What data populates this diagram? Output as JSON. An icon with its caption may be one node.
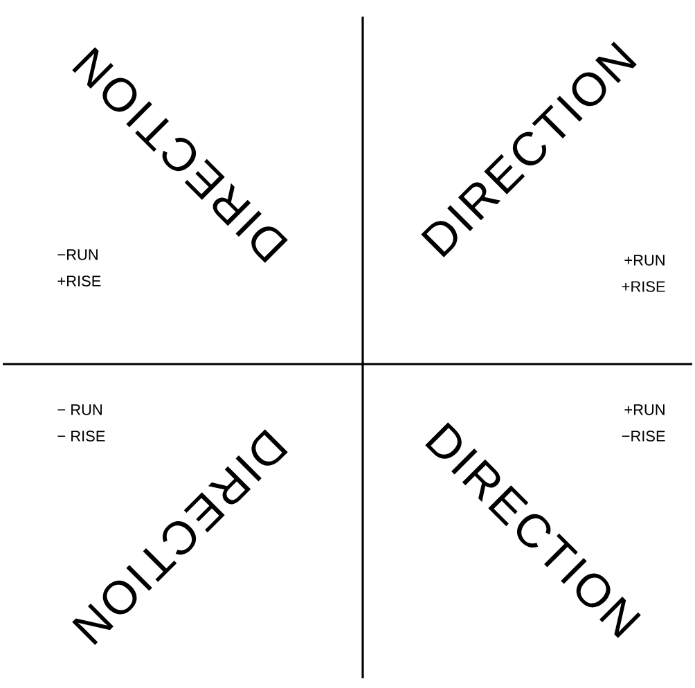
{
  "diagram": {
    "labels": [
      "DIRECTION",
      "DIRECTION",
      "−RUN",
      "+RISE",
      "+RUN",
      "+RISE",
      "DIRECTION",
      "DIRECTION",
      "− RUN",
      "− RISE",
      "+RUN",
      "−RISE"
    ]
  }
}
